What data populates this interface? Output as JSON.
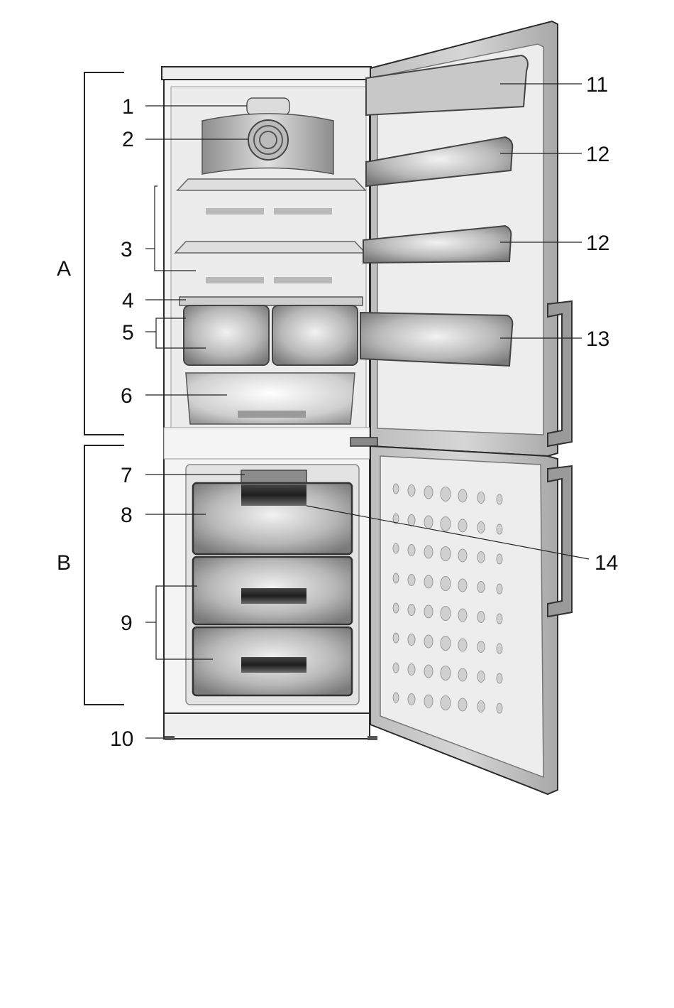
{
  "colors": {
    "outline": "#2a2a2a",
    "cabinet": "#f4f4f4",
    "interior": "#e9e9e9",
    "door": "#cfcfcf",
    "door_liner": "#efefef",
    "shelf": "#dcdcdc",
    "bin_dark": "#8a8a8a",
    "bin_light": "#d8d8d8",
    "handle": "#9a9a9a",
    "text": "#111111"
  },
  "sections": {
    "fridge": "A",
    "freezer": "B"
  },
  "callouts": {
    "c1": "1",
    "c2": "2",
    "c3": "3",
    "c4": "4",
    "c5": "5",
    "c6": "6",
    "c7": "7",
    "c8": "8",
    "c9": "9",
    "c10": "10",
    "c11": "11",
    "c12a": "12",
    "c12b": "12",
    "c13": "13",
    "c14": "14"
  }
}
